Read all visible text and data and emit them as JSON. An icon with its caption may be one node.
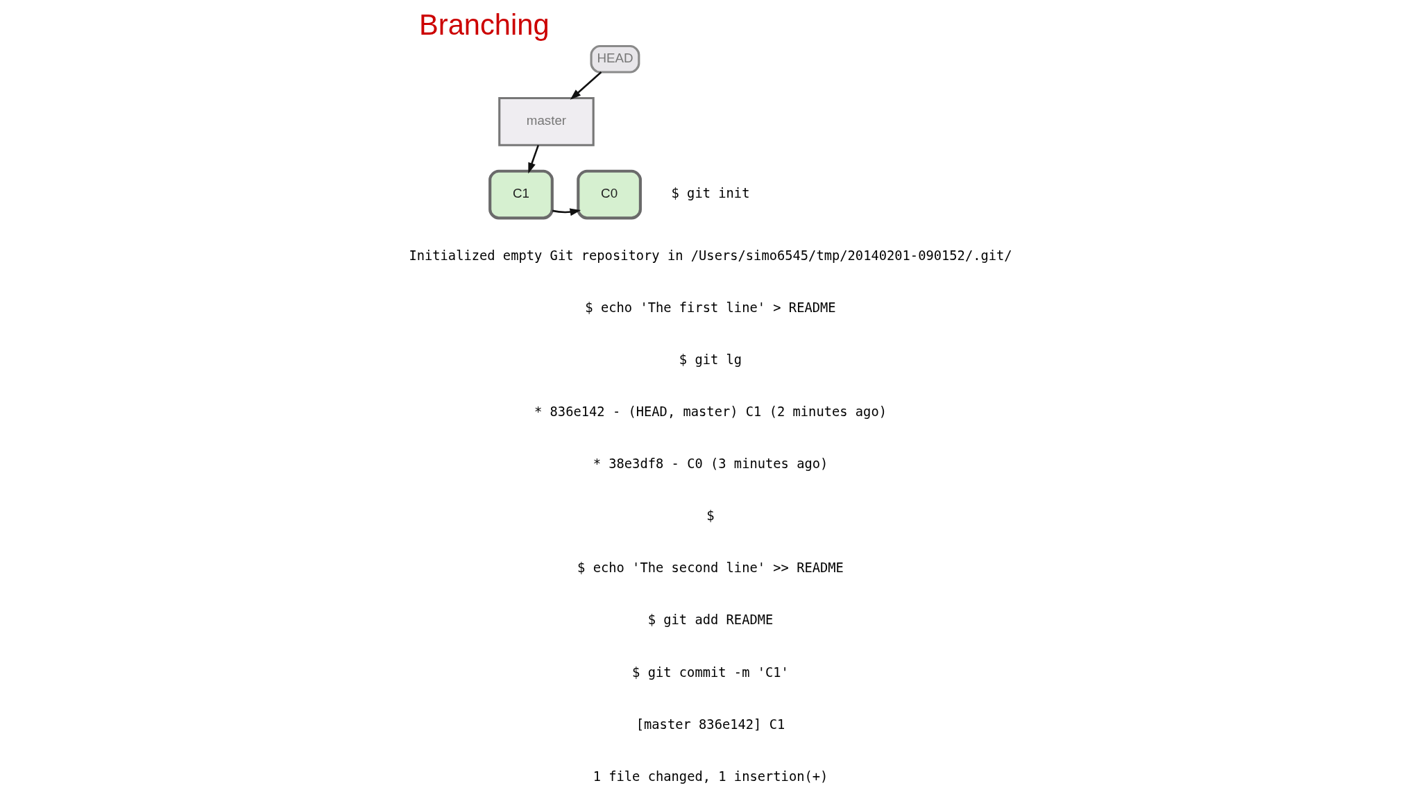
{
  "diagram": {
    "title": "Branching",
    "nodes": [
      {
        "text": [
          "HEAD"
        ]
      },
      {
        "text": [
          "master"
        ]
      },
      {
        "text": [
          "C0"
        ]
      },
      {
        "text": [
          "C1"
        ]
      }
    ],
    "edges": [
      {
        "from": 0,
        "to": 1,
        "arrow": "to"
      },
      {
        "from": 1,
        "to": 3,
        "arrow": "to"
      },
      {
        "from": 3,
        "to": 2,
        "arrow": "to"
      }
    ],
    "labels": [
      "$ git init",
      "Initialized empty Git repository in /Users/simo6545/tmp/20140201-090152/.git/",
      "$ echo 'The first line' > README",
      "$ git lg",
      "* 836e142 - (HEAD, master) C1 (2 minutes ago)",
      "* 38e3df8 - C0 (3 minutes ago)",
      "$",
      "$ echo 'The second line' >> README",
      "$ git add README",
      "$ git commit -m 'C1'",
      "[master 836e142] C1",
      "1 file changed, 1 insertion(+)"
    ]
  }
}
